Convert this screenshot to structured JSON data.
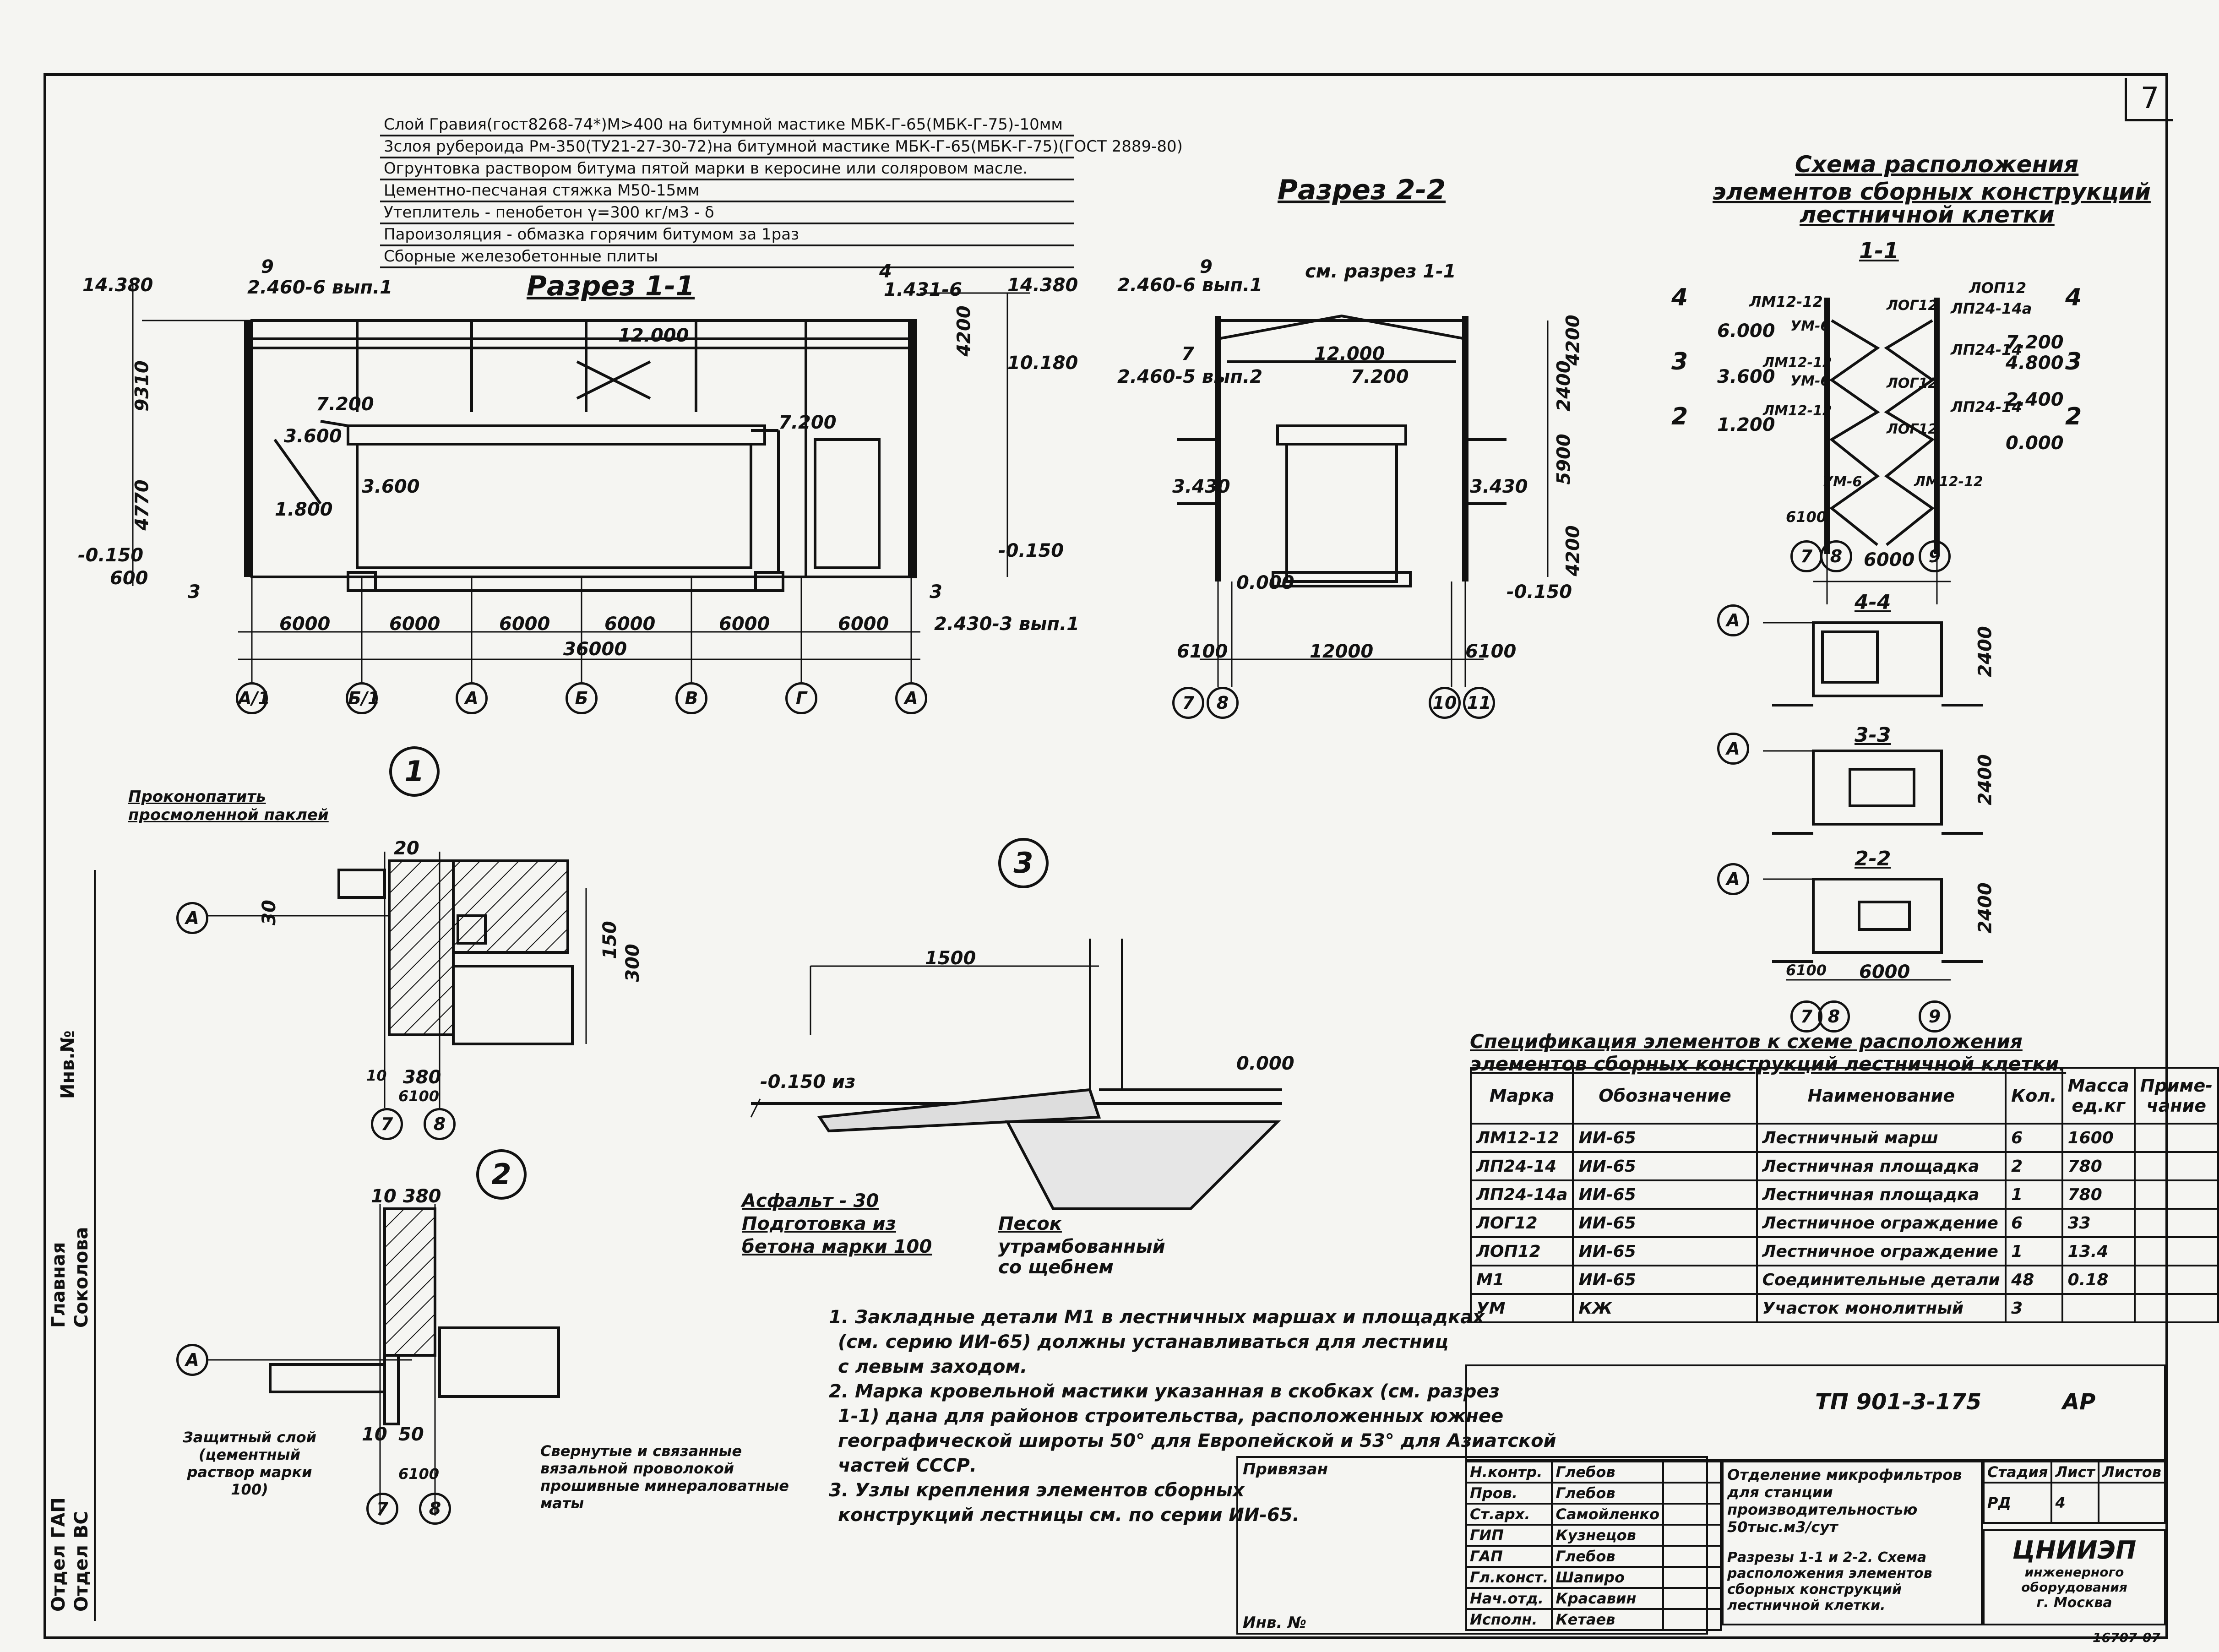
{
  "sheet": {
    "number": "7"
  },
  "roof_layers": [
    "Слой Гравия(гост8268-74*)М>400 на битумной мастике МБК-Г-65(МБК-Г-75)-10мм",
    "3слоя рубероида Рм-350(ТУ21-27-30-72)на битумной мастике МБК-Г-65(МБК-Г-75)(ГОСТ 2889-80)",
    "Огрунтовка раствором битума пятой марки в керосине или соляровом масле.",
    "Цементно-песчаная стяжка М50-15мм",
    "Утеплитель - пенобетон γ=300 кг/м3 - δ",
    "Пароизоляция - обмазка горячим битумом за 1раз",
    "Сборные железобетонные плиты"
  ],
  "sections": {
    "s11": {
      "title": "Разрез 1-1",
      "levels": [
        "14.380",
        "-0.150",
        "-0.150",
        "10.180",
        "14.380",
        "12.000",
        "7.200",
        "7.200",
        "3.600",
        "3.600",
        "1.800"
      ],
      "dims": [
        "6000",
        "6000",
        "6000",
        "6000",
        "6000",
        "6000",
        "36000",
        "9310",
        "4770",
        "4200",
        "600"
      ],
      "axes": [
        "А/1",
        "Б/1",
        "А",
        "Б",
        "В",
        "Г",
        "А"
      ],
      "callouts": [
        "9",
        "2.460-6 вып.1",
        "4",
        "1.431-6",
        "3",
        "2.430-3 вып.1",
        "3"
      ]
    },
    "s22": {
      "title": "Разрез 2-2",
      "note": "см. разрез 1-1",
      "levels": [
        "12.000",
        "7.200",
        "3.430",
        "3.430",
        "0.000",
        "-0.150"
      ],
      "dims": [
        "12000",
        "6100",
        "6100",
        "4200",
        "2400",
        "5900",
        "4200"
      ],
      "axes": [
        "7",
        "8",
        "10",
        "11"
      ],
      "callouts": [
        "9",
        "2.460-6 вып.1",
        "7",
        "2.460-5 вып.2"
      ]
    }
  },
  "scheme": {
    "title_lines": [
      "Схема расположения",
      "элементов сборных конструкций",
      "лестничной клетки"
    ],
    "sec11": {
      "title": "1-1",
      "labels": [
        "ЛМ12-12",
        "ЛОП12",
        "ЛОГ12",
        "ЛП24-14а",
        "ЛП24-14",
        "ЛП24-14",
        "ЛОГ12",
        "ЛОГ12",
        "УМ-6",
        "УМ-6",
        "УМ-6",
        "ЛМ12-12",
        "ЛМ12-12",
        "ЛМ12-12"
      ],
      "levels": [
        "6.000",
        "3.600",
        "1.200",
        "7.200",
        "4.800",
        "2.400",
        "0.000"
      ],
      "cuts": [
        "4",
        "3",
        "2",
        "4",
        "3",
        "2"
      ],
      "dims": [
        "6000",
        "6100"
      ],
      "axes": [
        "7",
        "8",
        "9"
      ]
    },
    "plans": [
      {
        "title": "4-4",
        "axis": "А",
        "dim": "2400"
      },
      {
        "title": "3-3",
        "axis": "А",
        "dim": "2400"
      },
      {
        "title": "2-2",
        "axis": "А",
        "dim": "2400",
        "bottom_dims": [
          "6100",
          "6000"
        ],
        "axes": [
          "7",
          "8",
          "9"
        ]
      }
    ]
  },
  "nodes": {
    "n1": {
      "number": "1",
      "note": "Проконопатить просмоленной паклей",
      "dims": [
        "20",
        "30",
        "150",
        "300",
        "10",
        "380",
        "6100"
      ],
      "axes": [
        "А",
        "7",
        "8"
      ]
    },
    "n2": {
      "number": "2",
      "dims": [
        "10",
        "380",
        "10",
        "50",
        "6100"
      ],
      "note_left": "Защитный слой (цементный раствор марки 100)",
      "note_right": "Свернутые и связанные вязальной проволокой прошивные минераловатные маты",
      "axes": [
        "А",
        "7",
        "8"
      ]
    },
    "n3": {
      "number": "3",
      "dims": [
        "1500"
      ],
      "levels": [
        "-0.150 из",
        "0.000"
      ],
      "layers": [
        "Асфальт - 30",
        "Подготовка из",
        "бетона марки 100"
      ],
      "notes": [
        "Песок",
        "утрамбованный",
        "со щебнем"
      ]
    }
  },
  "spec": {
    "title": "Спецификация элементов к схеме расположения элементов сборных конструкций лестничной клетки.",
    "headers": [
      "Марка",
      "Обозначение",
      "Наименование",
      "Кол.",
      "Масса ед.кг",
      "Приме-чание"
    ],
    "rows": [
      [
        "ЛМ12-12",
        "ИИ-65",
        "Лестничный марш",
        "6",
        "1600",
        ""
      ],
      [
        "ЛП24-14",
        "ИИ-65",
        "Лестничная площадка",
        "2",
        "780",
        ""
      ],
      [
        "ЛП24-14а",
        "ИИ-65",
        "Лестничная площадка",
        "1",
        "780",
        ""
      ],
      [
        "ЛОГ12",
        "ИИ-65",
        "Лестничное ограждение",
        "6",
        "33",
        ""
      ],
      [
        "ЛОП12",
        "ИИ-65",
        "Лестничное ограждение",
        "1",
        "13.4",
        ""
      ],
      [
        "М1",
        "ИИ-65",
        "Соединительные детали",
        "48",
        "0.18",
        ""
      ],
      [
        "УМ",
        "КЖ",
        "Участок монолитный",
        "3",
        "",
        ""
      ]
    ]
  },
  "general_notes": [
    "1. Закладные детали М1 в лестничных маршах и площадках",
    "(см. серию ИИ-65) должны устанавливаться для лестниц",
    "с левым заходом.",
    "2. Марка кровельной мастики указанная в скобках (см. разрез",
    "1-1) дана для районов строительства, расположенных южнее",
    "географической широты 50° для Европейской и 53° для Азиатской",
    "частей СССР.",
    "3. Узлы крепления элементов сборных",
    "конструкций лестницы см. по серии ИИ-65."
  ],
  "stamp": {
    "code": "ТП 901-3-175",
    "mark": "АР",
    "signers": [
      [
        "Н.контр.",
        "Глебов"
      ],
      [
        "Пров.",
        "Глебов"
      ],
      [
        "Ст.арх.",
        "Самойленко"
      ],
      [
        "ГИП",
        "Кузнецов"
      ],
      [
        "ГАП",
        "Глебов"
      ],
      [
        "Гл.конст.",
        "Шапиро"
      ],
      [
        "Нач.отд.",
        "Красавин"
      ],
      [
        "Исполн.",
        "Кетаев"
      ]
    ],
    "project": "Отделение микрофильтров для станции производительностью 50тыс.м3/сут",
    "sheet_title": "Разрезы 1-1 и 2-2. Схема расположения элементов сборных конструкций лестничной клетки.",
    "stage_label": "Стадия",
    "sheet_label": "Лист",
    "sheets_label": "Листов",
    "stage": "РД",
    "sheet": "4",
    "org": "ЦНИИЭП",
    "org2": "инженерного оборудования",
    "city": "г. Москва",
    "privyazan": "Привязан",
    "inv": "Инв. №",
    "stamp_number": "16707-07"
  },
  "left_strip": [
    "Отдел ГАП",
    "Отдел ВС",
    "Главная",
    "Соколова",
    "Инв.№"
  ]
}
